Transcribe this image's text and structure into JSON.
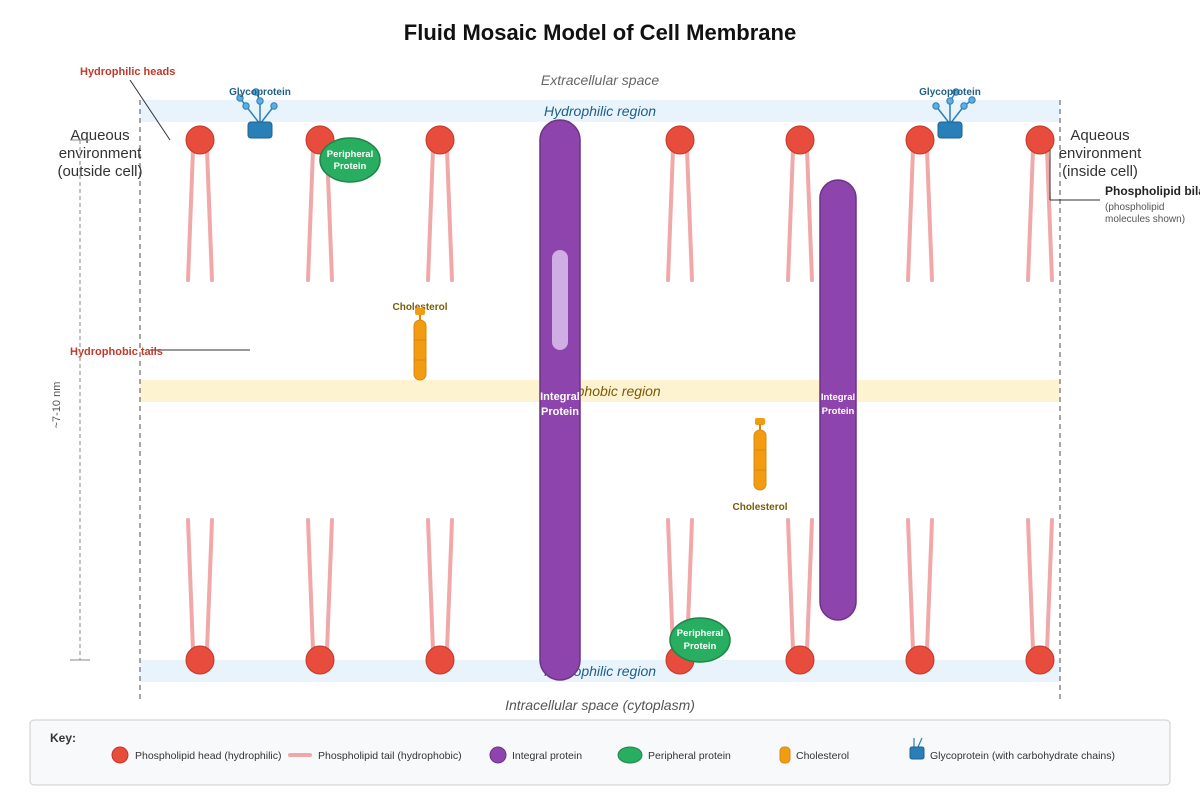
{
  "title": "Fluid Mosaic Model of Cell Membrane",
  "regions": {
    "extracellular": "Extracellular space",
    "intracellular": "Intracellular space (cytoplasm)",
    "hydrophilic_top": "Hydrophilic region",
    "hydrophobic_mid": "Hydrophobic region",
    "hydrophilic_bottom": "Hydrophilic region"
  },
  "side_labels": {
    "left": [
      "Aqueous",
      "environment",
      "(outside cell)"
    ],
    "right": [
      "Aqueous",
      "environment",
      "(inside cell)"
    ]
  },
  "annotations": {
    "hydrophilic_heads": "Hydrophilic heads",
    "hydrophobic_tails": "Hydrophobic tails",
    "bilayer_title": "Phospholipid bilayer",
    "bilayer_note": [
      "(phospholipid",
      "molecules shown)"
    ],
    "thickness": "~7-10 nm"
  },
  "components": {
    "glycoprotein": "Glycoprotein",
    "peripheral": [
      "Peripheral",
      "Protein"
    ],
    "integral": [
      "Integral",
      "Protein"
    ],
    "cholesterol": "Cholesterol"
  },
  "key": {
    "heading": "Key:",
    "items": [
      "Phospholipid head (hydrophilic)",
      "Phospholipid tail (hydrophobic)",
      "Integral protein",
      "Peripheral protein",
      "Cholesterol",
      "Glycoprotein (with carbohydrate chains)"
    ]
  },
  "colors": {
    "head": "#e74c3c",
    "tail": "#f0a8a8",
    "integral": "#8e44ad",
    "peripheral": "#27ae60",
    "cholesterol": "#f39c12",
    "glycoprotein": "#2980b9",
    "hydrophilic_band": "#e8f3fc",
    "hydrophobic_band": "#fdf3d0"
  }
}
